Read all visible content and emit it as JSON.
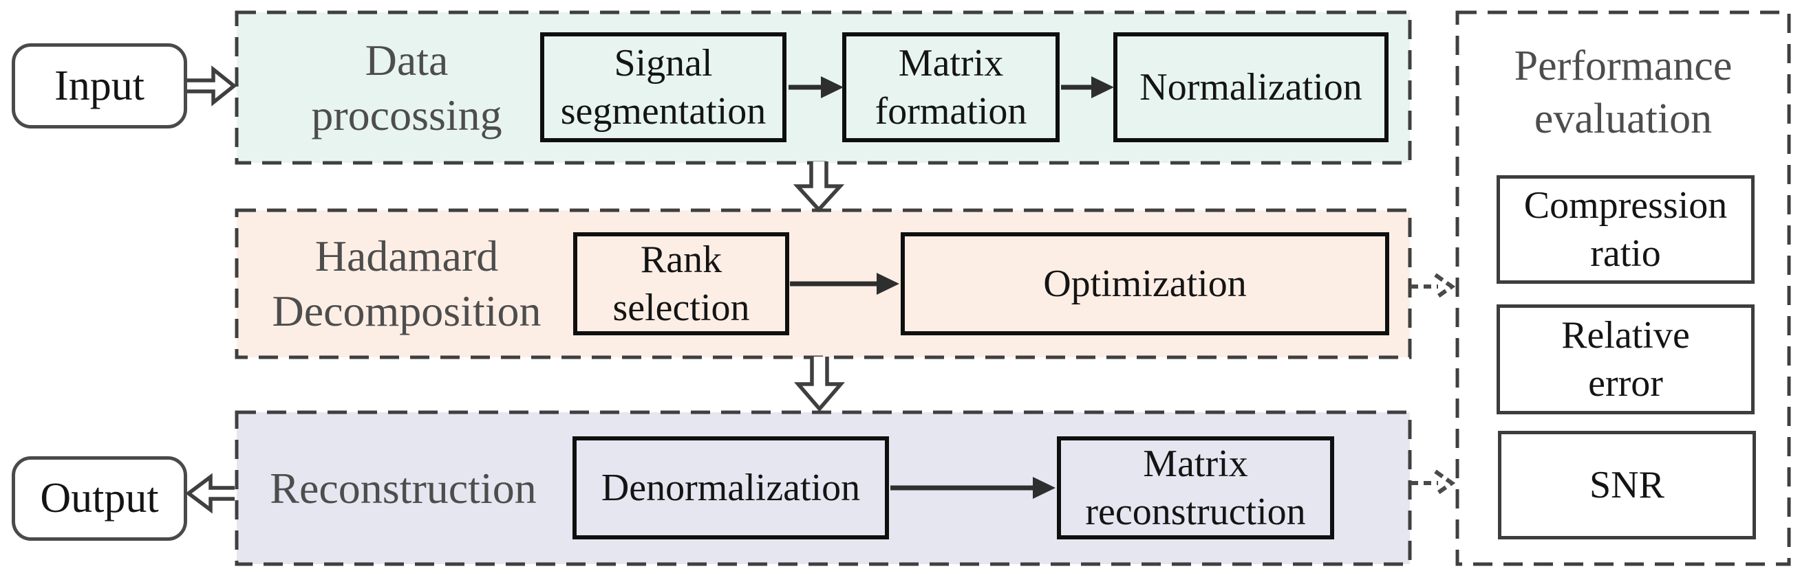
{
  "colors": {
    "panel_border": "#3f3f3f",
    "data_processing_bg": "#e7f4f0",
    "hadamard_bg": "#fdeee5",
    "reconstruction_bg": "#e6e6f1",
    "performance_bg": "#ffffff",
    "node_border": "#0f0f0f",
    "performance_node_border": "#3d3d3d",
    "section_label_color": "#4d4d4d",
    "node_text_color": "#141414",
    "arrow_color": "#2e2e2e"
  },
  "nodes": {
    "input": "Input",
    "output": "Output"
  },
  "sections": {
    "data_processing": {
      "label": "Data\nprocossing",
      "signal_segmentation": "Signal\nsegmentation",
      "matrix_formation": "Matrix\nformation",
      "normalization": "Normalization"
    },
    "hadamard_decomposition": {
      "label": "Hadamard\nDecomposition",
      "rank_selection": "Rank\nselection",
      "optimization": "Optimization"
    },
    "reconstruction": {
      "label": "Reconstruction",
      "denormalization": "Denormalization",
      "matrix_reconstruction": "Matrix\nreconstruction"
    },
    "performance_evaluation": {
      "label": "Performance\nevaluation",
      "compression_ratio": "Compression\nratio",
      "relative_error": "Relative\nerror",
      "snr": "SNR"
    }
  }
}
